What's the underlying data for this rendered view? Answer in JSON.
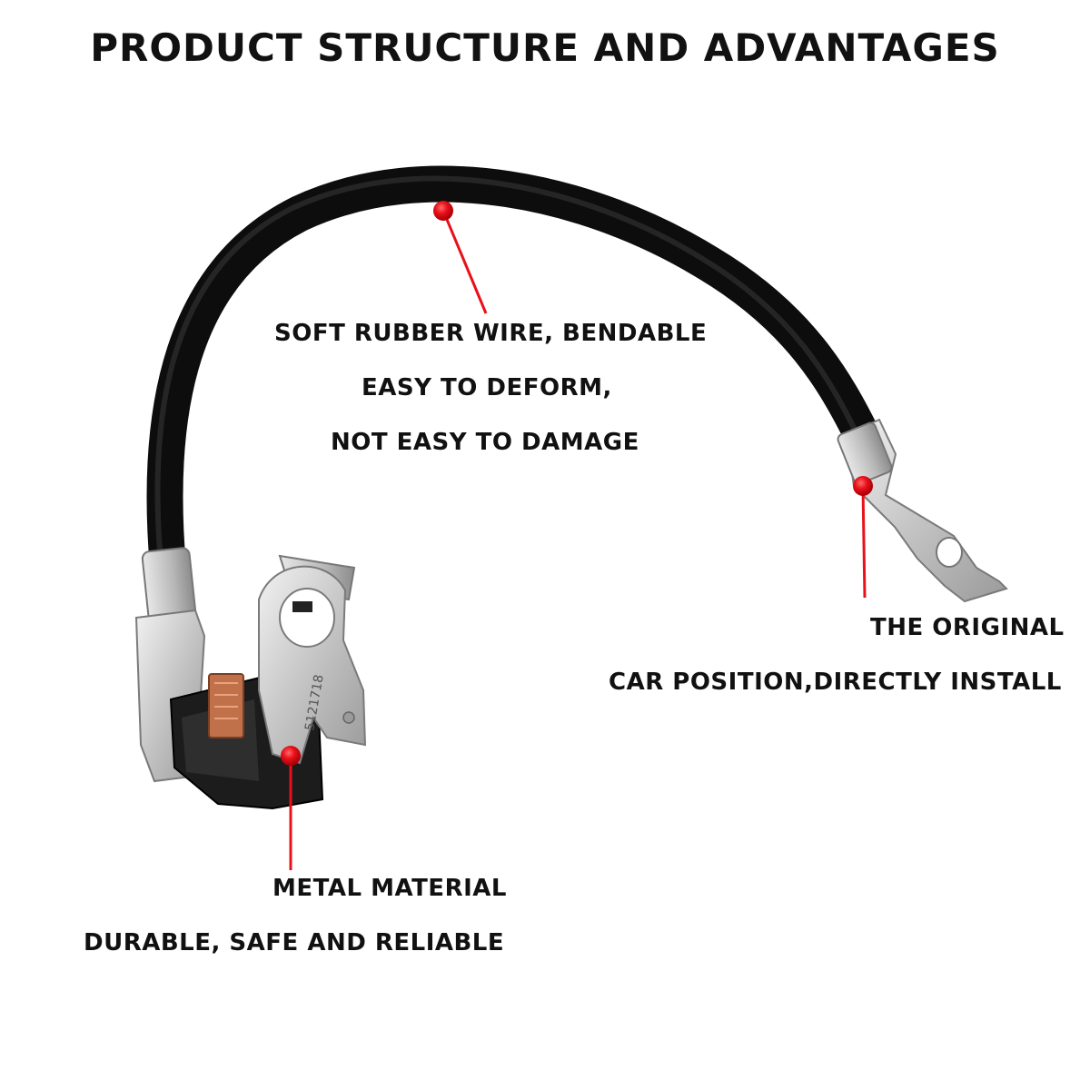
{
  "title": "PRODUCT STRUCTURE AND ADVANTAGES",
  "callouts": {
    "wire": {
      "line1": "SOFT RUBBER WIRE, BENDABLE",
      "line2": "EASY TO DEFORM,",
      "line3": "NOT EASY TO DAMAGE"
    },
    "terminal": {
      "line1": "THE ORIGINAL",
      "line2": "CAR POSITION,DIRECTLY INSTALL"
    },
    "clamp": {
      "line1": "METAL MATERIAL",
      "line2": "DURABLE, SAFE AND RELIABLE"
    }
  },
  "clamp_stamp": "5121718",
  "colors": {
    "marker": "#e8101a",
    "cable": "#151515",
    "metal": "#c9c9c9",
    "copper": "#c0714a",
    "housing": "#1c1c1c",
    "teal_button": "#1aa7a0"
  }
}
